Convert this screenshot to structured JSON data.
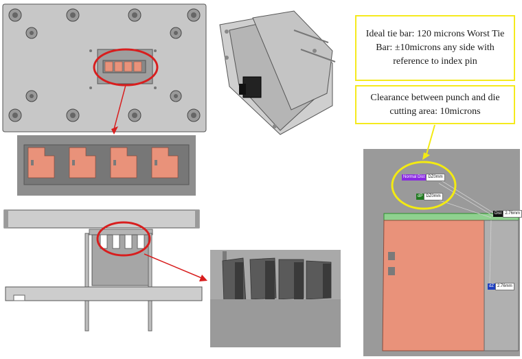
{
  "notes": {
    "tie_bar": "Ideal tie bar: 120 microns Worst Tie Bar: ±10microns any side with reference to index pin",
    "clearance": "Clearance between punch and die cutting area: 10microns"
  },
  "measurements": {
    "normal_dist_label": "Normal Dist",
    "normal_dist_value": "DZ0mm",
    "dp_label": "dP",
    "dp_value": "DZ0mm",
    "dist_label": "Dist",
    "dist_value": "2.76mm",
    "dz_label": "dZ",
    "dz_value": "2.76mm"
  },
  "colors": {
    "part": "#e9927a",
    "steel": "#bdbdbd",
    "highlight_ring": "#d81e1e",
    "note_border": "#f5ea1d",
    "note_ring": "#f3ea12",
    "normal_dist_tag": "#8a2be2",
    "dp_tag": "#1f7a1f",
    "dz_tag": "#1e3fbf"
  },
  "icons": [
    "red-ellipse-highlight",
    "red-arrow",
    "yellow-ellipse-highlight",
    "yellow-arrow"
  ]
}
